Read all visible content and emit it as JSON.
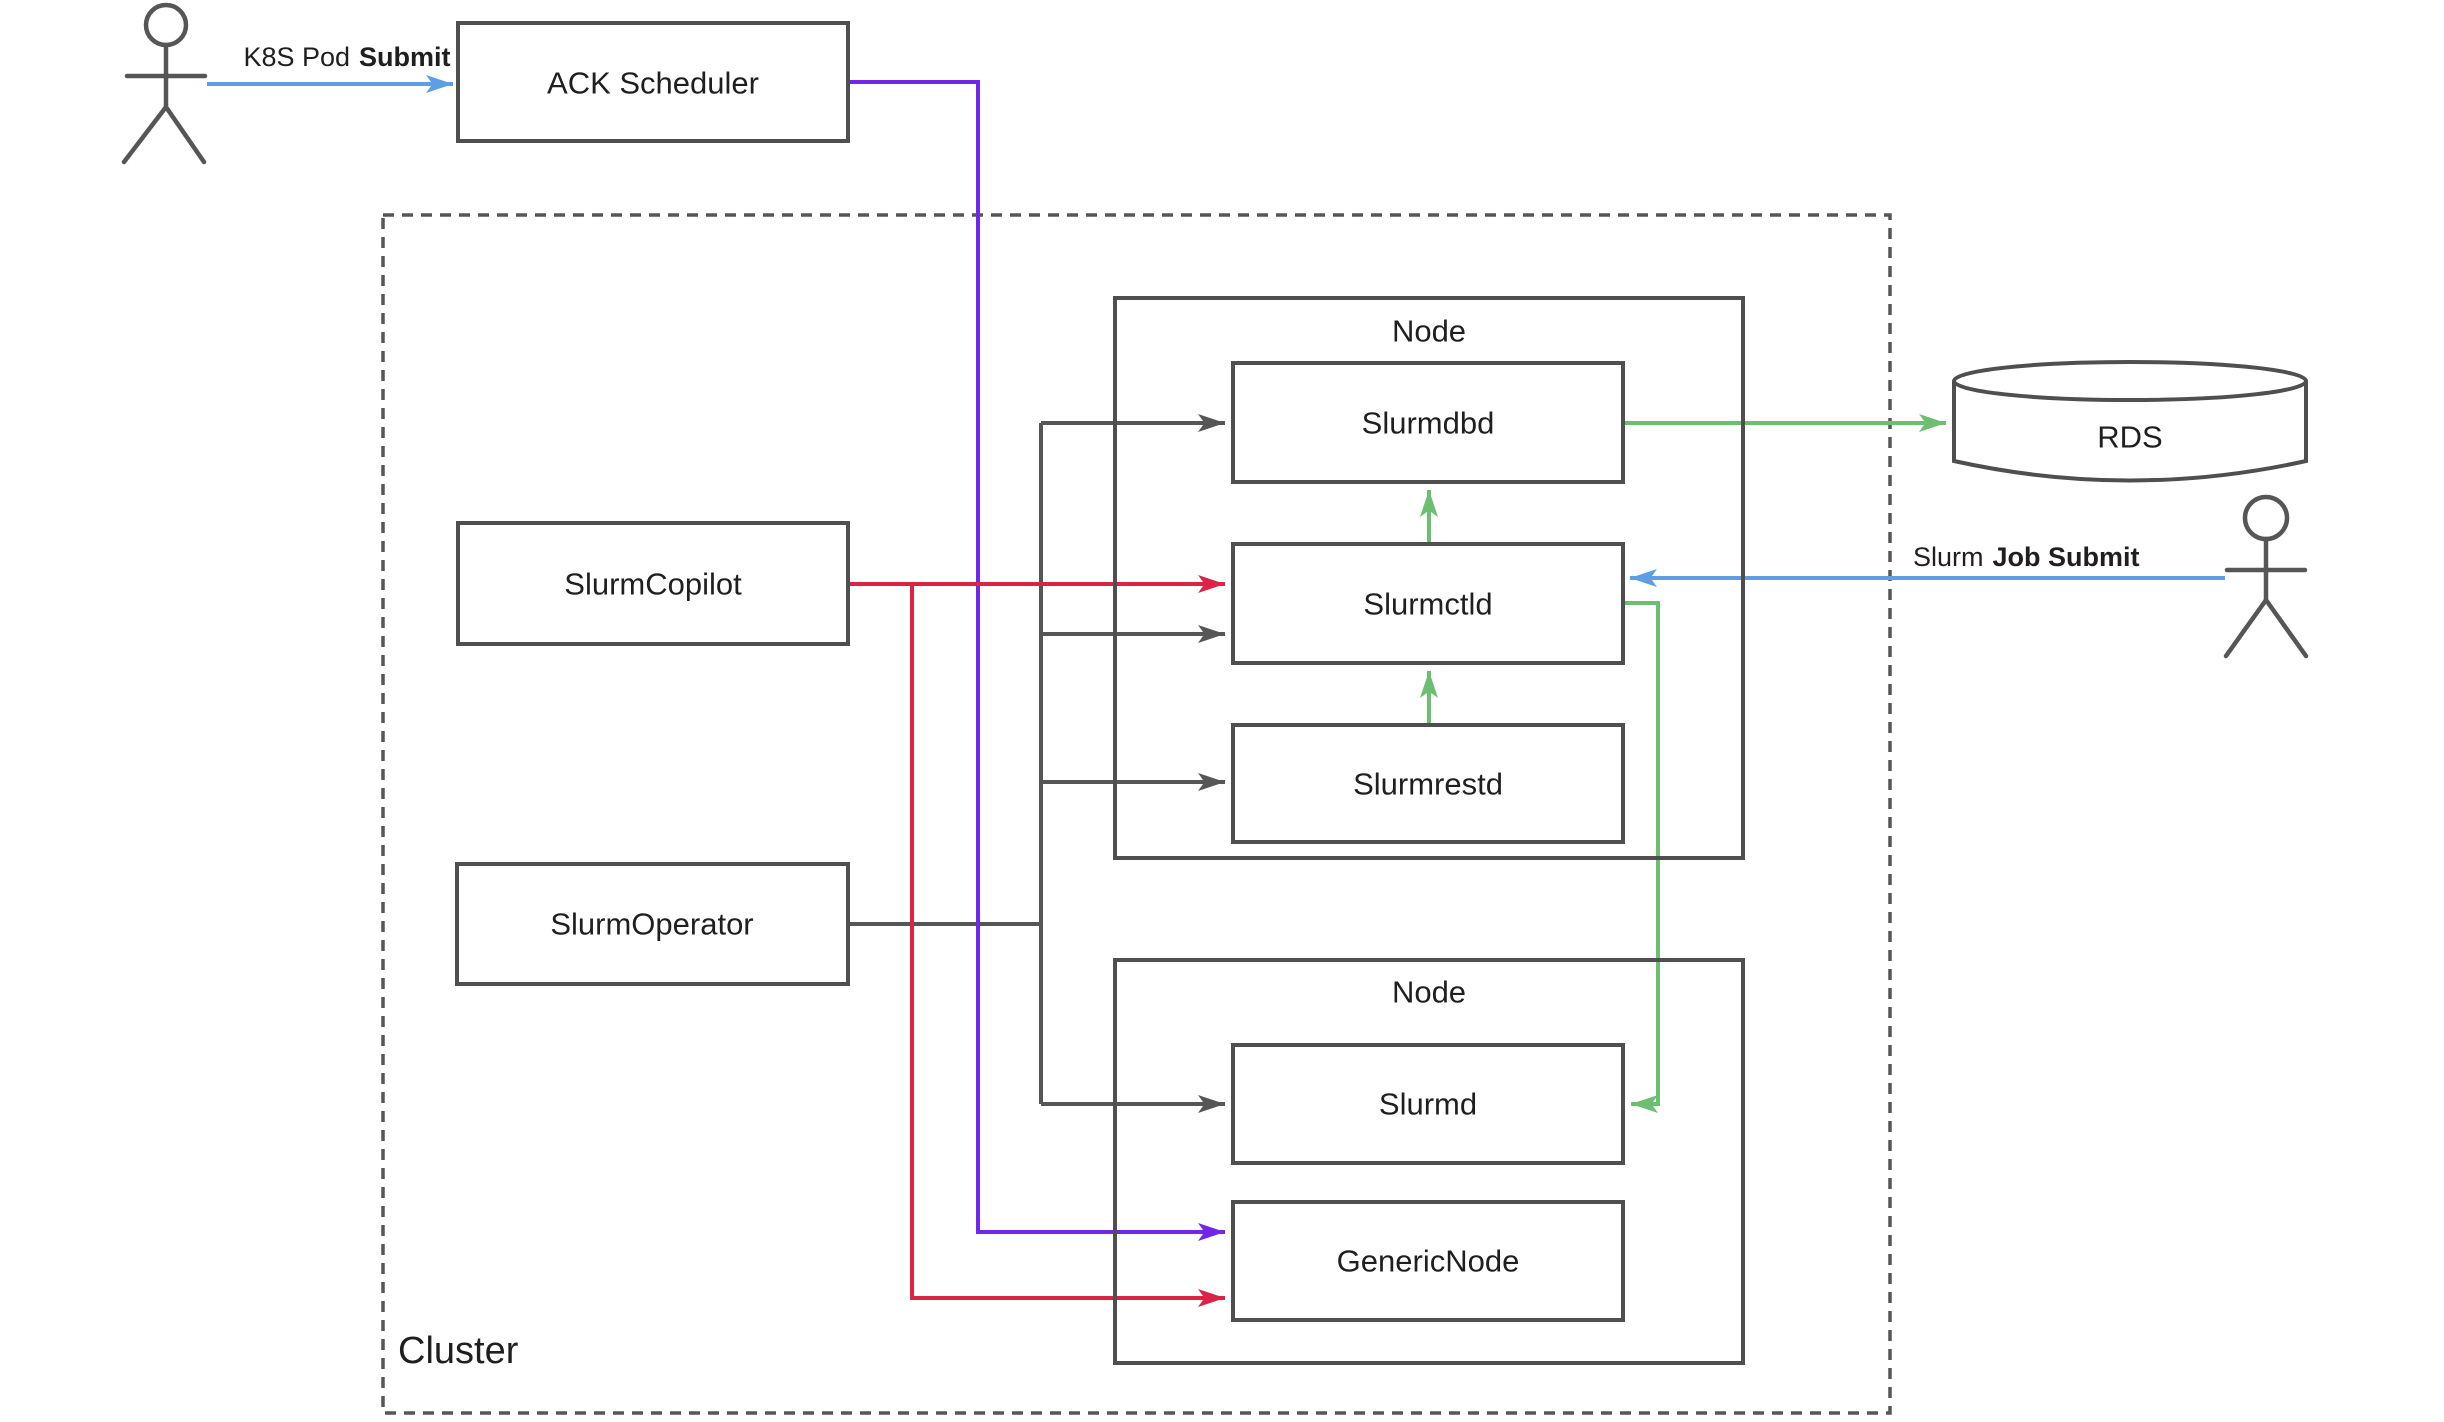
{
  "diagram": {
    "cluster_label": "Cluster",
    "edge_labels": {
      "k8s_regular": "K8S Pod",
      "k8s_bold": "Submit",
      "slurm_regular": "Slurm",
      "slurm_bold": "Job Submit"
    },
    "nodes": {
      "ack_scheduler": "ACK Scheduler",
      "slurm_copilot": "SlurmCopilot",
      "slurm_operator": "SlurmOperator",
      "node_group_top": "Node",
      "slurmdbd": "Slurmdbd",
      "slurmctld": "Slurmctld",
      "slurmrestd": "Slurmrestd",
      "node_group_bottom": "Node",
      "slurmd": "Slurmd",
      "generic_node": "GenericNode",
      "rds": "RDS"
    },
    "colors": {
      "blue": "#5e9fe3",
      "purple": "#7227e8",
      "red": "#db2346",
      "green": "#6cbe71",
      "gray": "#565656",
      "border": "#4f4f4f",
      "text": "#1f1f1f"
    }
  }
}
